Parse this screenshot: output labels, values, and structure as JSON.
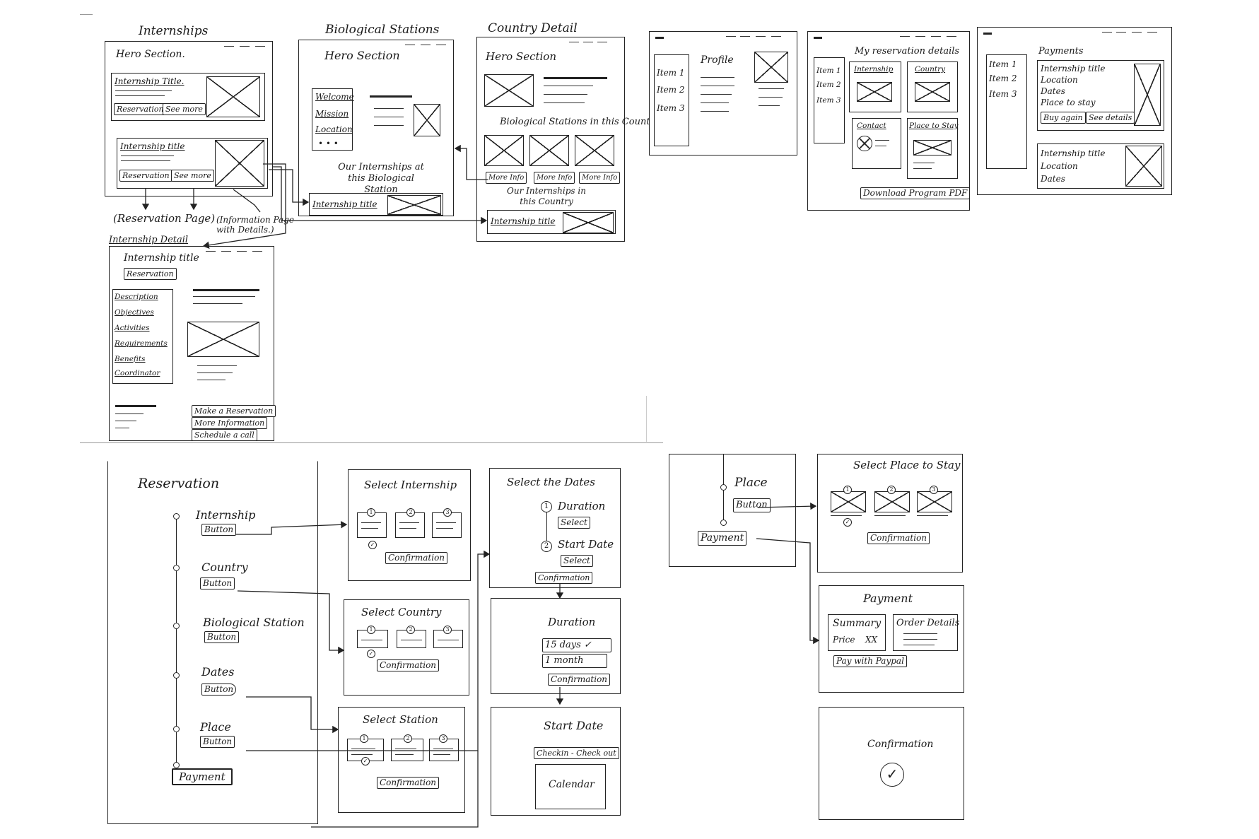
{
  "pages": {
    "internships": {
      "title": "Internships",
      "hero": "Hero Section.",
      "card1": {
        "title": "Internship Title.",
        "btn_reserve": "Reservation",
        "btn_more": "See more"
      },
      "card2": {
        "title": "Internship title",
        "btn_reserve": "Reservation",
        "btn_more": "See more"
      },
      "note_reservation": "(Reservation Page)",
      "note_information": "(Information Page with Details.)"
    },
    "bio_stations": {
      "title": "Biological Stations",
      "hero": "Hero Section",
      "menu": [
        "Welcome",
        "Mission",
        "Location",
        "• • •"
      ],
      "caption": "Our Internships at this Biological Station",
      "internship_row": "Internship title"
    },
    "country_detail": {
      "title": "Country Detail",
      "hero": "Hero Section",
      "stations_heading": "Biological Stations in this Country",
      "more_info": [
        "More Info",
        "More Info",
        "More Info"
      ],
      "caption": "Our Internships in this Country",
      "internship_row": "Internship title"
    },
    "profile": {
      "items": [
        "Item 1",
        "Item 2",
        "Item 3"
      ],
      "heading": "Profile"
    },
    "reservation_details": {
      "items": [
        "Item 1",
        "Item 2",
        "Item 3"
      ],
      "heading": "My reservation details",
      "cards": [
        "Internship",
        "Country",
        "Contact",
        "Place to Stay"
      ],
      "download": "Download Program PDF"
    },
    "payments": {
      "items": [
        "Item 1",
        "Item 2",
        "Item 3"
      ],
      "heading": "Payments",
      "fields": [
        "Internship title",
        "Location",
        "Dates",
        "Place to stay"
      ],
      "btn_buy": "Buy again",
      "btn_details": "See details",
      "second": [
        "Internship title",
        "Location",
        "Dates"
      ]
    },
    "internship_detail": {
      "title": "Internship Detail",
      "internship_title": "Internship title",
      "btn_reservation": "Reservation",
      "sections": [
        "Description",
        "Objectives",
        "Activities",
        "Requirements",
        "Benefits",
        "Coordinator"
      ],
      "actions": [
        "Make a Reservation",
        "More Information",
        "Schedule a call"
      ]
    },
    "reservation_flow": {
      "title": "Reservation",
      "steps": [
        {
          "label": "Internship",
          "button": "Button"
        },
        {
          "label": "Country",
          "button": "Button"
        },
        {
          "label": "Biological Station",
          "button": "Button"
        },
        {
          "label": "Dates",
          "button": "Button"
        },
        {
          "label": "Place",
          "button": "Button"
        }
      ],
      "payment": "Payment"
    },
    "select_internship": {
      "title": "Select Internship",
      "confirm": "Confirmation"
    },
    "select_country": {
      "title": "Select Country",
      "confirm": "Confirmation"
    },
    "select_station": {
      "title": "Select Station",
      "confirm": "Confirmation"
    },
    "select_dates": {
      "title": "Select the Dates",
      "duration": "Duration",
      "duration_btn": "Select",
      "start": "Start Date",
      "start_btn": "Select",
      "confirm": "Confirmation"
    },
    "duration": {
      "title": "Duration",
      "options": [
        "15 days ✓",
        "1 month"
      ],
      "confirm": "Confirmation"
    },
    "start_date": {
      "title": "Start Date",
      "range": "Checkin - Check out",
      "calendar": "Calendar"
    },
    "place_flow": {
      "label": "Place",
      "button": "Button",
      "payment": "Payment"
    },
    "select_place": {
      "title": "Select Place to Stay",
      "confirm": "Confirmation"
    },
    "payment": {
      "title": "Payment",
      "summary": "Summary",
      "price_label": "Price",
      "price_value": "XX",
      "order": "Order Details",
      "paypal": "Pay with Paypal"
    },
    "confirmation": {
      "title": "Confirmation",
      "check": "✓"
    }
  },
  "colors": {
    "ink": "#222222",
    "paper": "#ffffff"
  }
}
